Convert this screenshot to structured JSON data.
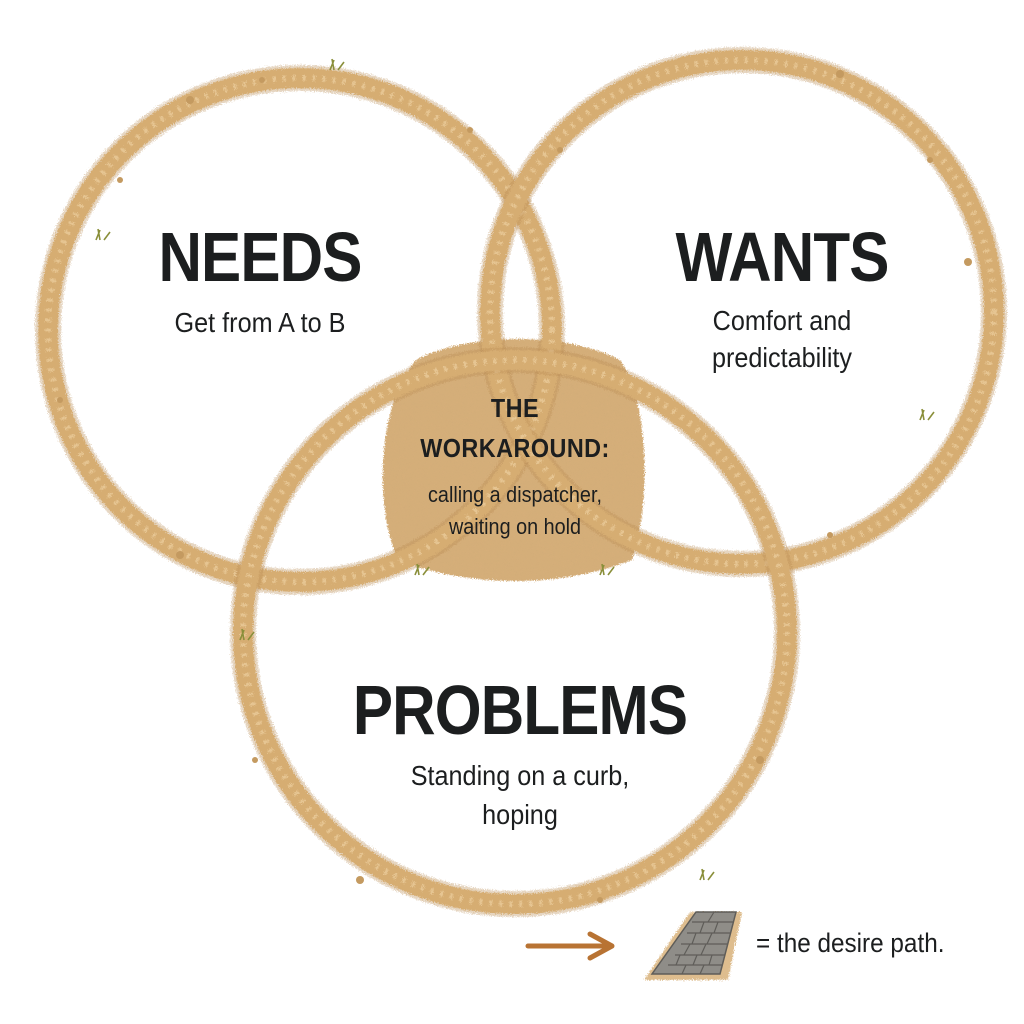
{
  "circles": {
    "needs": {
      "title": "NEEDS",
      "subtitle": "Get from A to B"
    },
    "wants": {
      "title": "WANTS",
      "subtitle_line1": "Comfort and",
      "subtitle_line2": "predictability"
    },
    "problems": {
      "title": "PROBLEMS",
      "subtitle_line1": "Standing on a curb,",
      "subtitle_line2": "hoping"
    }
  },
  "center": {
    "title_line1": "THE",
    "title_line2": "WORKAROUND:",
    "subtitle_line1": "calling a dispatcher,",
    "subtitle_line2": "waiting on hold"
  },
  "legend": {
    "text": "=  the desire path.",
    "arrow_icon": "arrow-right-icon",
    "path_icon": "paved-path-icon"
  },
  "colors": {
    "sand": "#d6ad72",
    "sand_dark": "#b88a4e",
    "arrow": "#b87333",
    "stone": "#8f8d88",
    "text": "#1c1e1f"
  }
}
